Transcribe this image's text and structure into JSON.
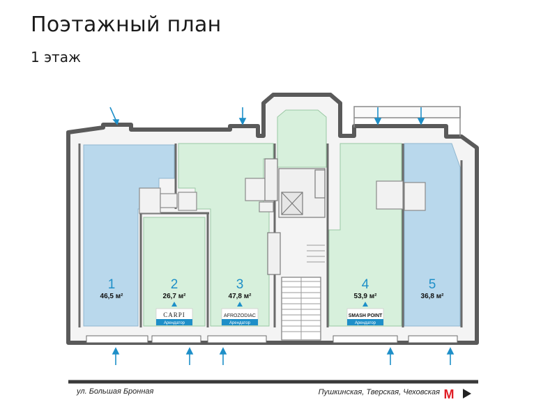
{
  "page": {
    "title": "Поэтажный план",
    "floor": "1 этаж"
  },
  "units": [
    {
      "number": "1",
      "area": "46,5 м²",
      "color": "#b9d8ec"
    },
    {
      "number": "2",
      "area": "26,7 м²",
      "color": "#d7f0dc",
      "tenant": "CARPI",
      "tenant_note": "Арендатор"
    },
    {
      "number": "3",
      "area": "47,8 м²",
      "color": "#d7f0dc",
      "tenant": "AFROZODIAC",
      "tenant_note": "Арендатор"
    },
    {
      "number": "4",
      "area": "53,9 м²",
      "color": "#d7f0dc",
      "tenant": "SMASH POINT",
      "tenant_note": "Арендатор"
    },
    {
      "number": "5",
      "area": "36,8 м²",
      "color": "#b9d8ec"
    }
  ],
  "legend": {
    "street": "ул. Большая Бронная",
    "metro": "Пушкинская, Тверская, Чеховская",
    "metro_logo": "М",
    "direction_icon": "arrow-right-icon"
  },
  "colors": {
    "accent": "#1e8fc8",
    "occupied": "#d7f0dc",
    "vacant": "#b9d8ec",
    "metro": "#e01e26"
  }
}
